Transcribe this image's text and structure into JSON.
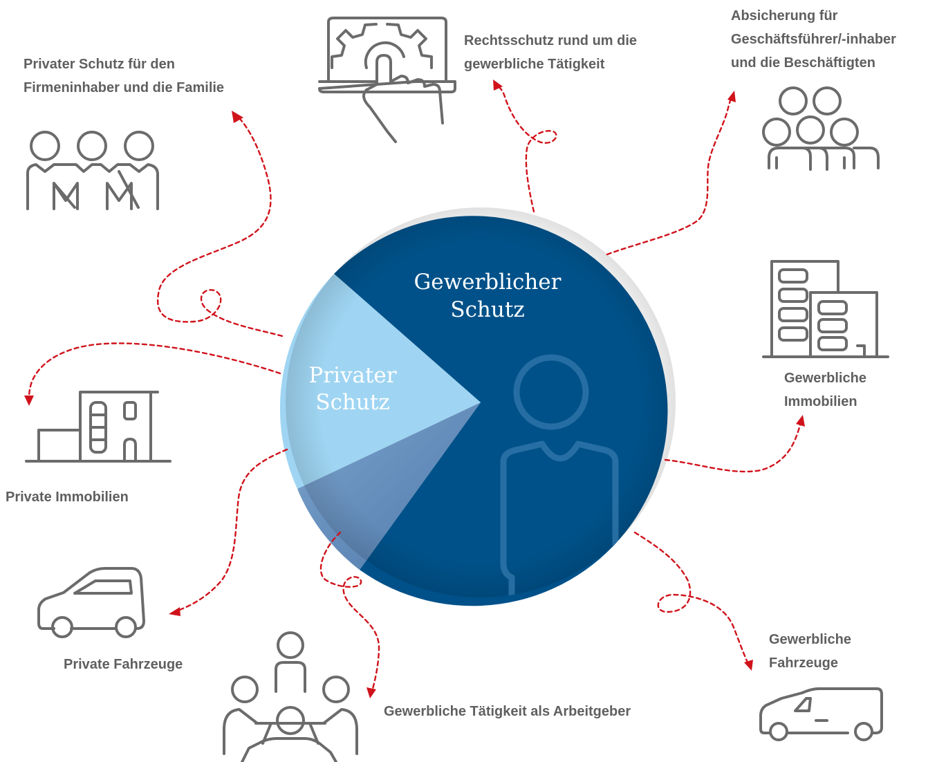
{
  "colors": {
    "business": "#005189",
    "private": "#9fd5f2",
    "overlap": "#6389b8",
    "icon": "#6b6b6b",
    "label": "#5f5f5f",
    "connector": "#d0121b"
  },
  "pie": {
    "business_label_line1": "Gewerblicher",
    "business_label_line2": "Schutz",
    "private_label_line1": "Privater",
    "private_label_line2": "Schutz"
  },
  "categories": {
    "private_family": {
      "line1": "Privater Schutz für den",
      "line2": "Firmeninhaber und die Familie",
      "icon": "family-icon"
    },
    "legal": {
      "line1": "Rechtsschutz rund um die",
      "line2": "gewerbliche Tätigkeit",
      "icon": "laptop-gear-hand-icon"
    },
    "employees": {
      "line1": "Absicherung für",
      "line2": "Geschäftsführer/-inhaber",
      "line3": "und die Beschäftigten",
      "icon": "team-icon"
    },
    "business_property": {
      "line1": "Gewerbliche",
      "line2": "Immobilien",
      "icon": "office-building-icon"
    },
    "private_property": {
      "line1": "Private Immobilien",
      "icon": "house-icon"
    },
    "private_vehicles": {
      "line1": "Private Fahrzeuge",
      "icon": "car-icon"
    },
    "employer": {
      "line1": "Gewerbliche Tätigkeit als Arbeitgeber",
      "icon": "meeting-icon"
    },
    "business_vehicles": {
      "line1": "Gewerbliche",
      "line2": "Fahrzeuge",
      "icon": "van-icon"
    }
  }
}
